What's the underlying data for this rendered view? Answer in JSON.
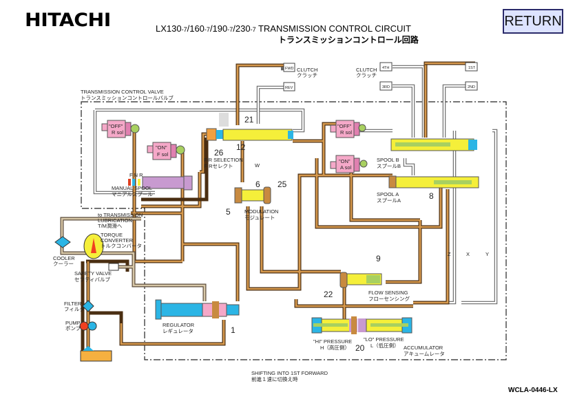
{
  "header": {
    "brand": "HITACHI",
    "title_parts": [
      "LX130",
      "-7",
      "/160",
      "-7",
      "/190",
      "-7",
      "/230",
      "-7",
      " TRANSMISSION CONTROL CIRCUIT"
    ],
    "subtitle": "トランスミッションコントロール回路",
    "return_label": "RETURN"
  },
  "labels": {
    "clutch_left": "CLUTCH",
    "clutch_left_jp": "クラッチ",
    "clutch_right": "CLUTCH",
    "clutch_right_jp": "クラッチ",
    "fwd": "FWD",
    "rev": "REV",
    "c4": "4TH",
    "c3": "3RD",
    "c1": "1ST",
    "c2": "2ND",
    "tcv": "TRANSMISSION CONTROL VALVE",
    "tcv_jp": "トランスミッションコントロールバルブ",
    "r_sol_off_state": "\"OFF\"",
    "r_sol": "R sol",
    "f_sol_on_state": "\"ON\"",
    "f_sol": "F sol",
    "r_sol2_off_state": "\"OFF\"",
    "r_sol2": "R sol",
    "a_sol_on_state": "\"ON\"",
    "a_sol": "A sol",
    "fnr": "F N R",
    "manual_spool": "MANUAL SPOOL",
    "manual_spool_jp": "マニアルスプール",
    "fr_selection": "F/R SELECTION",
    "fr_selection_jp": "F·Rセレクト",
    "modulation": "MODULATION",
    "modulation_jp": "モジュレート",
    "spool_b": "SPOOL B",
    "spool_b_jp": "スプールB",
    "spool_a": "SPOOL A",
    "spool_a_jp": "スプールA",
    "lubrication_1": "to TRANSMISSION",
    "lubrication_2": "LUBRICATION",
    "lubrication_jp": "T/M潤滑へ",
    "torque_converter_1": "TORQUE",
    "torque_converter_2": "CONVERTER",
    "torque_converter_jp": "トルクコンバータ",
    "cooler": "COOLER",
    "cooler_jp": "クーラー",
    "safety_valve": "SAFETY VALVE",
    "safety_valve_jp": "セフティバルブ",
    "filter": "FILTER",
    "filter_jp": "フィルタ",
    "pump": "PUMP",
    "pump_jp": "ポンプ",
    "regulator": "REGULATOR",
    "regulator_jp": "レギュレータ",
    "flow_sensing": "FLOW SENSING",
    "flow_sensing_jp": "フローセンシング",
    "hi_pressure": "\"HI\" PRESSURE",
    "hi_pressure_jp": "H（高圧側）",
    "lo_pressure": "\"LO\" PRESSURE",
    "lo_pressure_jp": "L（低圧側）",
    "accumulator": "ACCUMULATOR",
    "accumulator_jp": "アキュームレータ",
    "w": "W",
    "z": "Z",
    "x": "X",
    "y": "Y"
  },
  "numbers": {
    "n21": "21",
    "n12": "12",
    "n26": "26",
    "n6": "6",
    "n25": "25",
    "n5": "5",
    "n8": "8",
    "n9": "9",
    "n22": "22",
    "n20": "20",
    "n1": "1"
  },
  "footer": {
    "caption": "SHIFTING INTO 1ST FORWARD",
    "caption_jp": "前進１速に切換え時",
    "code": "WCLA-0446-LX"
  },
  "colors": {
    "pressure_oil": "#d79a4e",
    "drain": "#999999",
    "solenoid": "#f5a8c8",
    "spool": "#f5ef3a",
    "manual_spool": "#c89ad0",
    "regulator": "#2bb5e5",
    "pilot": "#a8d060"
  }
}
